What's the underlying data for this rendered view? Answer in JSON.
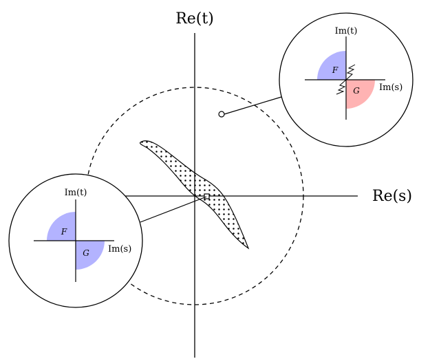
{
  "axes": {
    "vertical_label": "Re(t)",
    "horizontal_label": "Re(s)"
  },
  "inset_top_right": {
    "vertical_label": "Im(t)",
    "horizontal_label": "Im(s)",
    "quadrant_upper_label": "F",
    "quadrant_lower_label": "G",
    "quadrant_upper_color": "#b3b3ff",
    "quadrant_lower_color": "#ffb3b3"
  },
  "inset_bottom_left": {
    "vertical_label": "Im(t)",
    "horizontal_label": "Im(s)",
    "quadrant_upper_label": "F",
    "quadrant_lower_label": "G",
    "quadrant_upper_color": "#b3b3ff",
    "quadrant_lower_color": "#b3b3ff"
  }
}
